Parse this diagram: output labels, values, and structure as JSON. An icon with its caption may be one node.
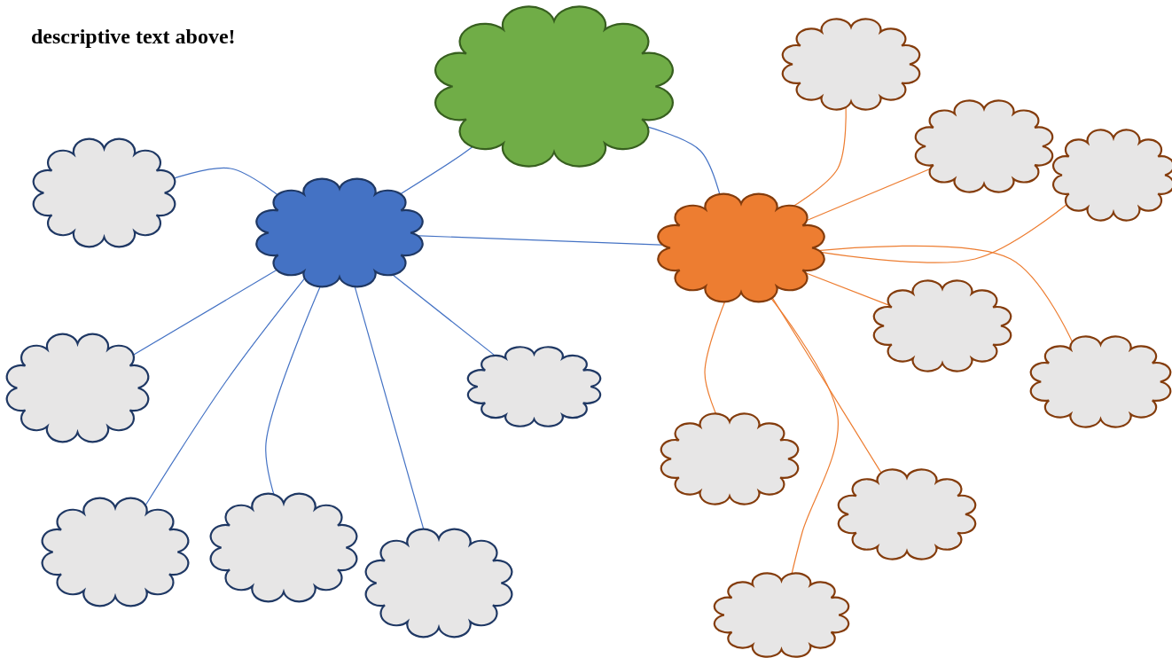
{
  "diagram": {
    "nodes": [
      {
        "text": [],
        "shape": "cloud"
      },
      {
        "text": [],
        "shape": "cloud"
      },
      {
        "text": [],
        "shape": "cloud"
      },
      {
        "text": [],
        "shape": "cloud"
      },
      {
        "text": [],
        "shape": "cloud"
      },
      {
        "text": [],
        "shape": "cloud"
      },
      {
        "text": [],
        "shape": "cloud"
      },
      {
        "text": [],
        "shape": "cloud"
      },
      {
        "text": [],
        "shape": "cloud"
      },
      {
        "text": [],
        "shape": "cloud"
      },
      {
        "text": [],
        "shape": "cloud"
      },
      {
        "text": [],
        "shape": "cloud"
      },
      {
        "text": [],
        "shape": "cloud"
      },
      {
        "text": [],
        "shape": "cloud"
      },
      {
        "text": [],
        "shape": "cloud"
      },
      {
        "text": [],
        "shape": "cloud"
      },
      {
        "text": [],
        "shape": "cloud"
      }
    ],
    "edges": [
      {
        "from": 1,
        "to": 0,
        "arrow": "none"
      },
      {
        "from": 0,
        "to": 2,
        "arrow": "none"
      },
      {
        "from": 1,
        "to": 2,
        "arrow": "none"
      },
      {
        "from": 1,
        "to": 3,
        "arrow": "none"
      },
      {
        "from": 1,
        "to": 4,
        "arrow": "none"
      },
      {
        "from": 1,
        "to": 5,
        "arrow": "none"
      },
      {
        "from": 1,
        "to": 6,
        "arrow": "none"
      },
      {
        "from": 1,
        "to": 7,
        "arrow": "none"
      },
      {
        "from": 1,
        "to": 8,
        "arrow": "none"
      },
      {
        "from": 2,
        "to": 9,
        "arrow": "none",
        "color": "#ed7d31"
      },
      {
        "from": 2,
        "to": 10,
        "arrow": "none",
        "color": "#ed7d31"
      },
      {
        "from": 2,
        "to": 11,
        "arrow": "none",
        "color": "#ed7d31"
      },
      {
        "from": 2,
        "to": 12,
        "arrow": "none",
        "color": "#ed7d31"
      },
      {
        "from": 2,
        "to": 13,
        "arrow": "none",
        "color": "#ed7d31"
      },
      {
        "from": 2,
        "to": 14,
        "arrow": "none",
        "color": "#ed7d31"
      },
      {
        "from": 2,
        "to": 15,
        "arrow": "none",
        "color": "#ed7d31"
      },
      {
        "from": 2,
        "to": 16,
        "arrow": "none",
        "color": "#ed7d31"
      }
    ],
    "labels": [
      "descriptive text above!"
    ]
  }
}
